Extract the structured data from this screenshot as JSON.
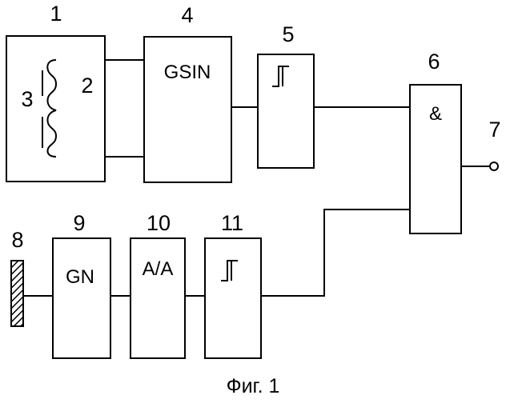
{
  "diagram": {
    "caption": "Фиг. 1",
    "blocks": {
      "b1": {
        "number": "1"
      },
      "b4": {
        "number": "4",
        "label": "GSIN"
      },
      "b5": {
        "number": "5"
      },
      "b6": {
        "number": "6",
        "label": "&"
      },
      "b9": {
        "number": "9",
        "label": "GN"
      },
      "b10": {
        "number": "10",
        "label": "A/A"
      },
      "b11": {
        "number": "11"
      }
    },
    "elements": {
      "coil": {
        "number": "2"
      },
      "core": {
        "number": "3"
      },
      "output_terminal": {
        "number": "7"
      },
      "sensor": {
        "number": "8"
      }
    }
  }
}
